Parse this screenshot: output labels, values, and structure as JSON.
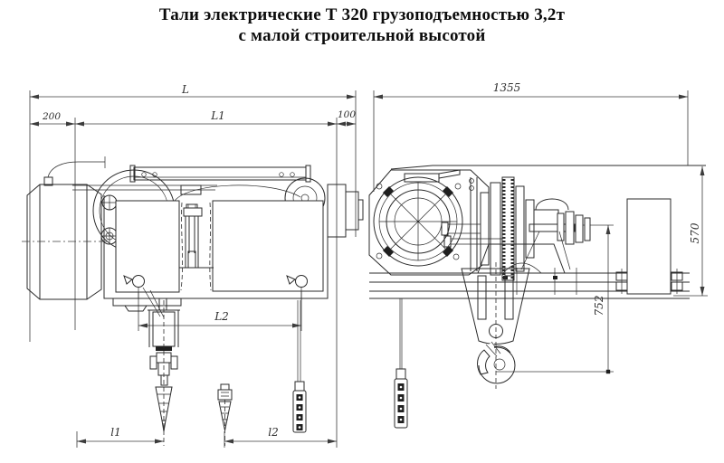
{
  "title": {
    "line1": "Тали электрические Т 320 грузоподъемностью 3,2т",
    "line2": "с малой строительной высотой"
  },
  "side_view": {
    "overall_length": "L",
    "left_clearance": "200",
    "trolley_span": "L1",
    "right_clearance": "100",
    "hook_centers": "L2",
    "hook_offset": "l1",
    "pendant_offset": "l2"
  },
  "end_view": {
    "overall_width": "1355",
    "frame_height": "570",
    "hook_headroom": "752"
  }
}
